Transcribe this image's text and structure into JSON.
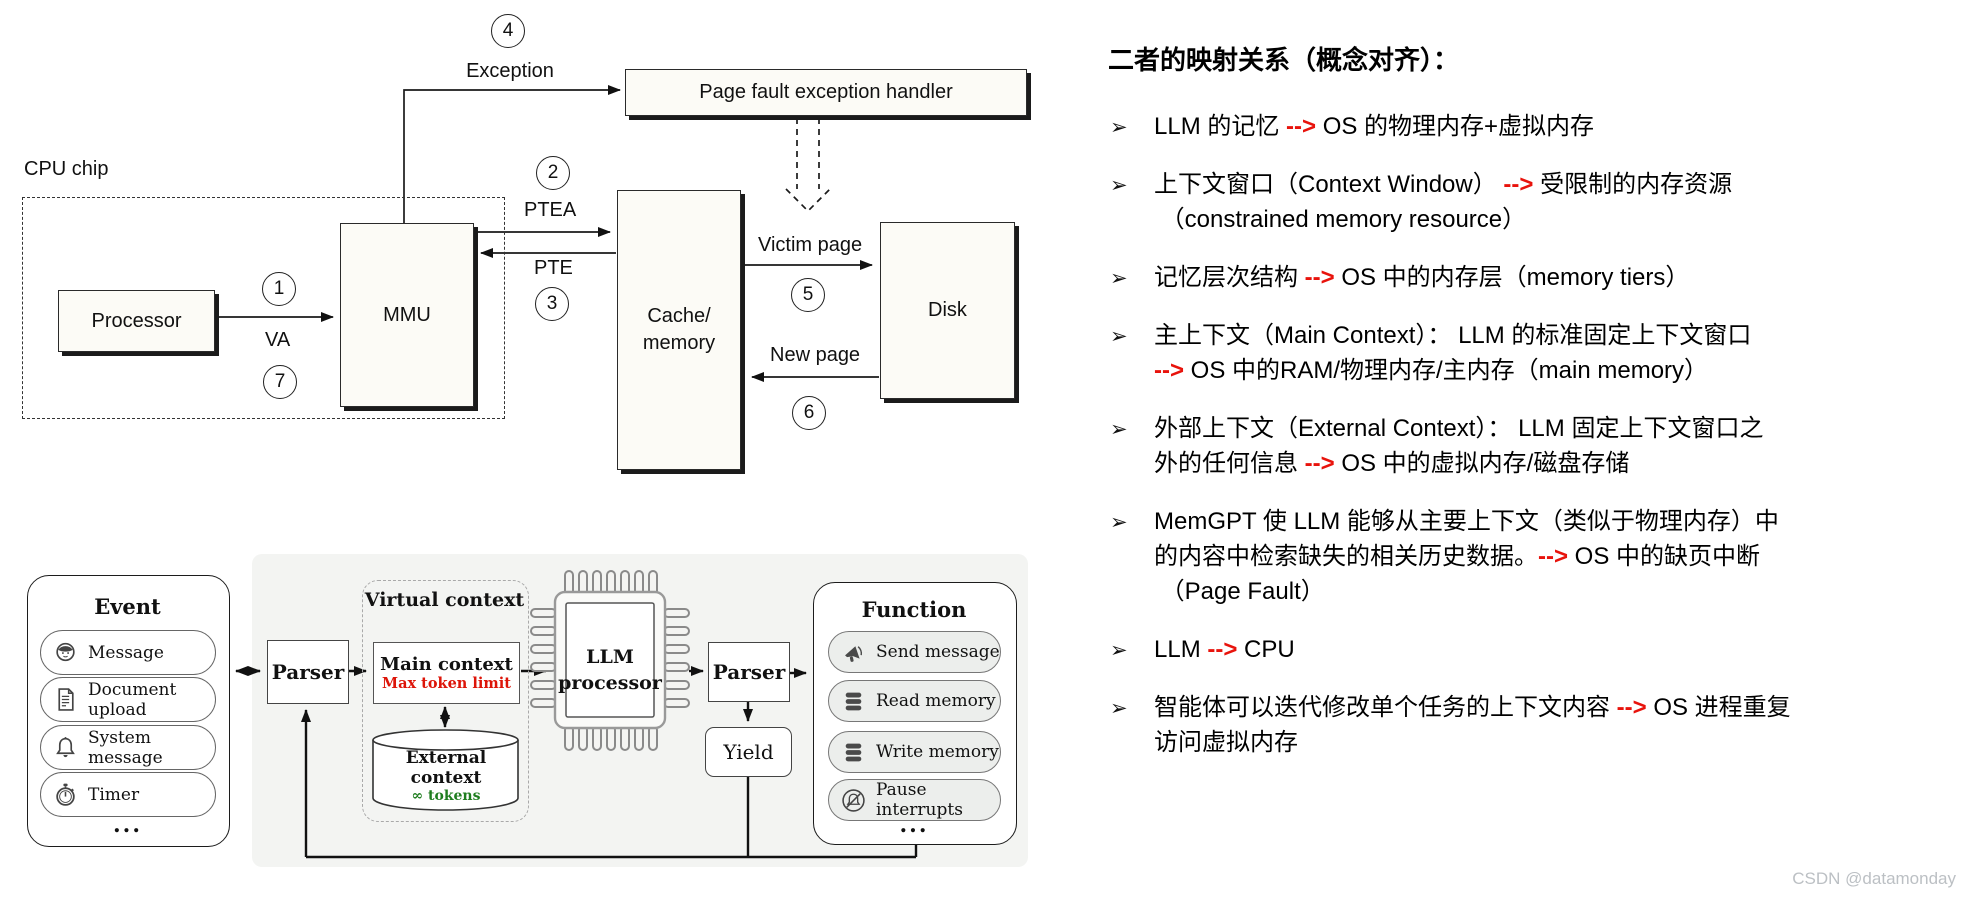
{
  "os_diagram": {
    "cpu_chip_label": "CPU chip",
    "processor": "Processor",
    "mmu": "MMU",
    "cache_line1": "Cache/",
    "cache_line2": "memory",
    "disk": "Disk",
    "handler": "Page fault exception handler",
    "exception": "Exception",
    "va": "VA",
    "ptea": "PTEA",
    "pte": "PTE",
    "victim_page": "Victim page",
    "new_page": "New page",
    "step_1": "1",
    "step_2": "2",
    "step_3": "3",
    "step_4": "4",
    "step_5": "5",
    "step_6": "6",
    "step_7": "7"
  },
  "memgpt_diagram": {
    "event": {
      "title": "Event",
      "items": [
        {
          "icon": "person-icon",
          "label": "Message"
        },
        {
          "icon": "document-icon",
          "label": "Document upload"
        },
        {
          "icon": "bell-icon",
          "label": "System message"
        },
        {
          "icon": "stopwatch-icon",
          "label": "Timer"
        }
      ],
      "more": "..."
    },
    "parser_in": "Parser",
    "parser_out": "Parser",
    "yield": "Yield",
    "virtual_context": {
      "title": "Virtual context",
      "main_context": "Main context",
      "main_context_note": "Max token limit",
      "external_context": "External context",
      "external_context_note": "∞ tokens"
    },
    "llm_processor": {
      "line1": "LLM",
      "line2": "processor"
    },
    "function": {
      "title": "Function",
      "items": [
        {
          "icon": "megaphone-icon",
          "label": "Send message"
        },
        {
          "icon": "database-icon",
          "label": "Read memory"
        },
        {
          "icon": "database-icon",
          "label": "Write memory"
        },
        {
          "icon": "bell-off-icon",
          "label": "Pause interrupts"
        }
      ],
      "more": "..."
    }
  },
  "right_panel": {
    "title": "二者的映射关系（概念对齐）：",
    "bullet_marker": "➢",
    "arrow_token": "-->",
    "bullets": [
      {
        "lines": [
          [
            {
              "t": "LLM 的记忆 "
            },
            {
              "t": "-->",
              "red": true
            },
            {
              "t": " OS 的物理内存+虚拟内存"
            }
          ]
        ]
      },
      {
        "lines": [
          [
            {
              "t": "上下文窗口（Context Window） "
            },
            {
              "t": "-->",
              "red": true
            },
            {
              "t": " 受限制的内存资源"
            }
          ],
          [
            {
              "t": " （constrained memory resource）"
            }
          ]
        ]
      },
      {
        "lines": [
          [
            {
              "t": "记忆层次结构 "
            },
            {
              "t": "-->",
              "red": true
            },
            {
              "t": " OS 中的内存层（memory tiers）"
            }
          ]
        ]
      },
      {
        "lines": [
          [
            {
              "t": "主上下文（Main Context）： LLM 的标准固定上下文窗口"
            }
          ],
          [
            {
              "t": "-->",
              "red": true
            },
            {
              "t": " OS 中的RAM/物理内存/主内存（main memory）"
            }
          ]
        ]
      },
      {
        "lines": [
          [
            {
              "t": "外部上下文（External Context）： LLM 固定上下文窗口之"
            }
          ],
          [
            {
              "t": "外的任何信息 "
            },
            {
              "t": "-->",
              "red": true
            },
            {
              "t": " OS 中的虚拟内存/磁盘存储"
            }
          ]
        ]
      },
      {
        "lines": [
          [
            {
              "t": "MemGPT 使 LLM 能够从主要上下文（类似于物理内存）中"
            }
          ],
          [
            {
              "t": "的内容中检索缺失的相关历史数据。"
            },
            {
              "t": "-->",
              "red": true
            },
            {
              "t": " OS 中的缺页中断"
            }
          ],
          [
            {
              "t": " （Page Fault）"
            }
          ]
        ]
      },
      {
        "lines": [
          [
            {
              "t": "LLM "
            },
            {
              "t": "-->",
              "red": true
            },
            {
              "t": " CPU"
            }
          ]
        ]
      },
      {
        "lines": [
          [
            {
              "t": "智能体可以迭代修改单个任务的上下文内容 "
            },
            {
              "t": "-->",
              "red": true
            },
            {
              "t": " OS 进程重复"
            }
          ],
          [
            {
              "t": "访问虚拟内存"
            }
          ]
        ]
      }
    ]
  },
  "watermark": "CSDN @datamonday",
  "colors": {
    "accent_red": "#e8130c",
    "accent_green": "#1e7d1e",
    "panel_gray": "#f3f4f2",
    "diagram_ink": "#1a1a1a"
  }
}
